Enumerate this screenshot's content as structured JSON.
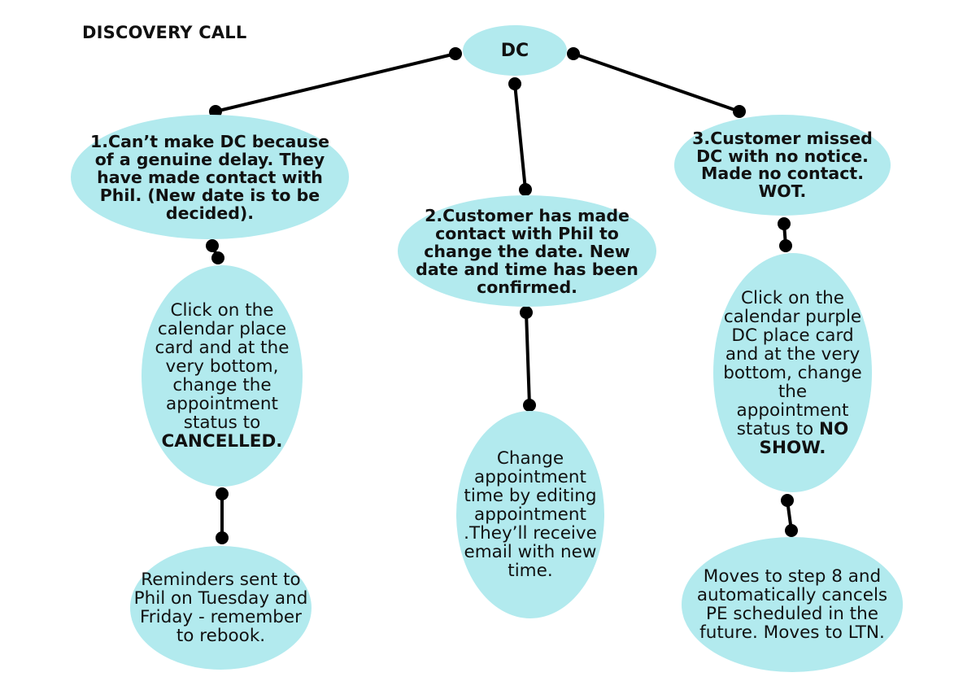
{
  "title": "DISCOVERY CALL",
  "root": {
    "label": "DC"
  },
  "branches": [
    {
      "label": "1.Can’t make DC because of a genuine delay. They have made contact with Phil. (New date is to be decided).",
      "action_text": "Click on the calendar place card and at the very bottom, change the appointment status to",
      "action_status": "CANCELLED.",
      "outcome": "Reminders sent to Phil on Tuesday and Friday - remember to rebook."
    },
    {
      "label": "2.Customer has made contact with Phil to change the date. New date and time has been confirmed.",
      "action_text": "Change appointment time by editing appointment .They’ll receive email with new time."
    },
    {
      "label": "3.Customer missed DC with no notice. Made no contact. WOT.",
      "action_text": "Click on the calendar purple DC place card and at the very bottom, change the appointment status to",
      "action_status": "NO SHOW.",
      "outcome": "Moves to step 8 and automatically cancels PE scheduled in the future. Moves to LTN."
    }
  ],
  "colors": {
    "node_fill": "#b2eaee",
    "connector": "#000000",
    "text": "#111111"
  }
}
